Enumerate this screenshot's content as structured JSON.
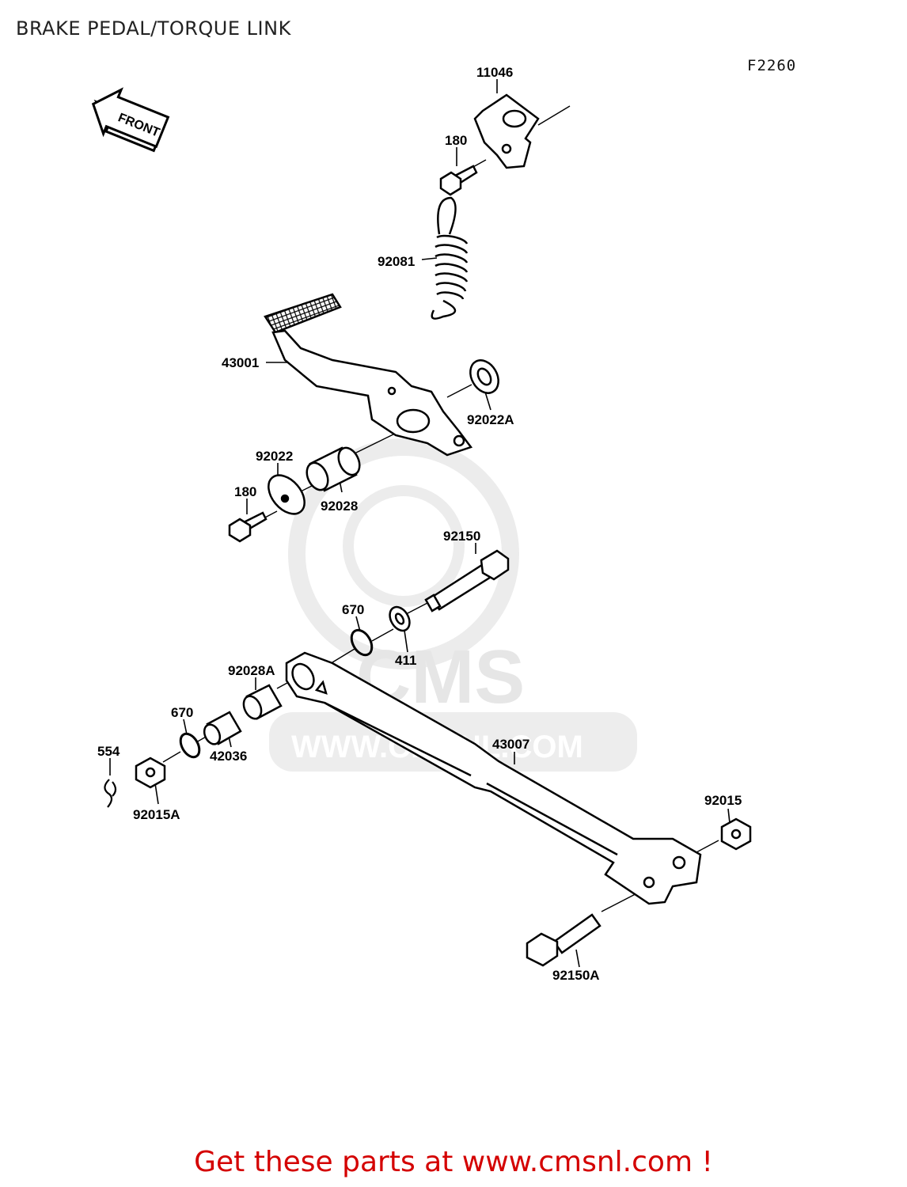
{
  "header": {
    "title": "BRAKE PEDAL/TORQUE LINK",
    "figure_code": "F2260"
  },
  "front_arrow": {
    "label": "FRONT"
  },
  "watermark": {
    "brand": "CMS",
    "url": "WWW.CMSNL.COM"
  },
  "parts": {
    "p11046": "11046",
    "p180_top": "180",
    "p92081": "92081",
    "p43001": "43001",
    "p92022A": "92022A",
    "p92022": "92022",
    "p180_mid": "180",
    "p92028": "92028",
    "p92150": "92150",
    "p670_mid": "670",
    "p411": "411",
    "p92028A": "92028A",
    "p670_left": "670",
    "p42036": "42036",
    "p554": "554",
    "p92015A": "92015A",
    "p43007": "43007",
    "p92015": "92015",
    "p92150A": "92150A"
  },
  "footer": {
    "text": "Get these parts at www.cmsnl.com !"
  }
}
